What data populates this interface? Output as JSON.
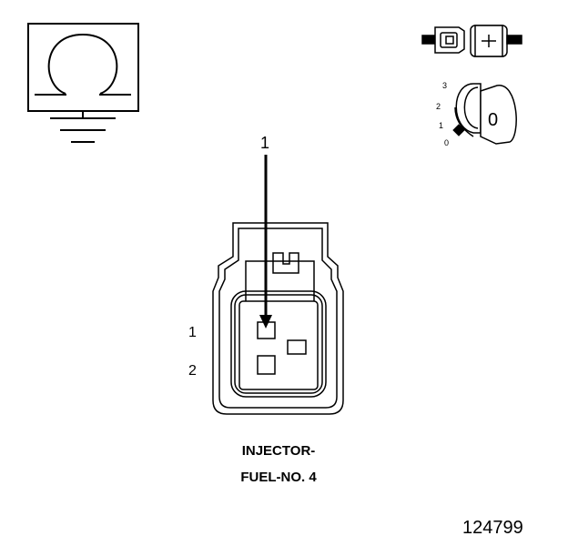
{
  "ohmmeter_symbol": {
    "icon": "ohm-icon"
  },
  "ignition_switch": {
    "icon": "ignition-key-icon",
    "positions": [
      "3",
      "2",
      "1",
      "0"
    ],
    "key_label": "0"
  },
  "connector_icon": {
    "icon": "connector-plug-icon"
  },
  "pointer": {
    "number": "1"
  },
  "pins": [
    "1",
    "2"
  ],
  "caption": {
    "line1": "INJECTOR-",
    "line2": "FUEL-NO. 4"
  },
  "figure_id": "124799"
}
